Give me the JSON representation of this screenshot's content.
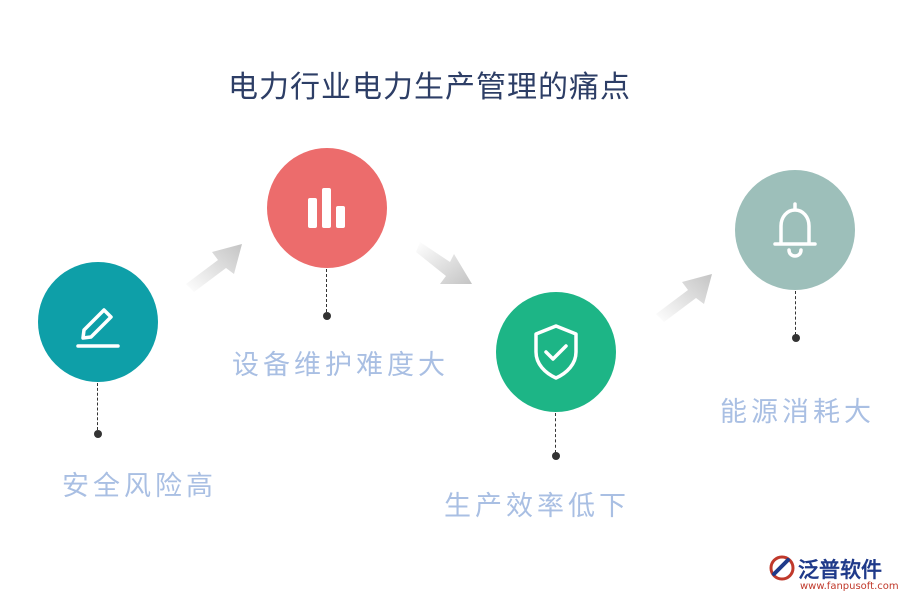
{
  "title": "电力行业电力生产管理的痛点",
  "items": [
    {
      "label": "安全风险高",
      "color": "#0e9fa8",
      "icon": "edit-icon"
    },
    {
      "label": "设备维护难度大",
      "color": "#ec6c6c",
      "icon": "bar-chart-icon"
    },
    {
      "label": "生产效率低下",
      "color": "#1db586",
      "icon": "shield-check-icon"
    },
    {
      "label": "能源消耗大",
      "color": "#9dbfba",
      "icon": "bell-icon"
    }
  ],
  "logo": {
    "name": "泛普软件",
    "url": "www.fanpusoft.com"
  }
}
